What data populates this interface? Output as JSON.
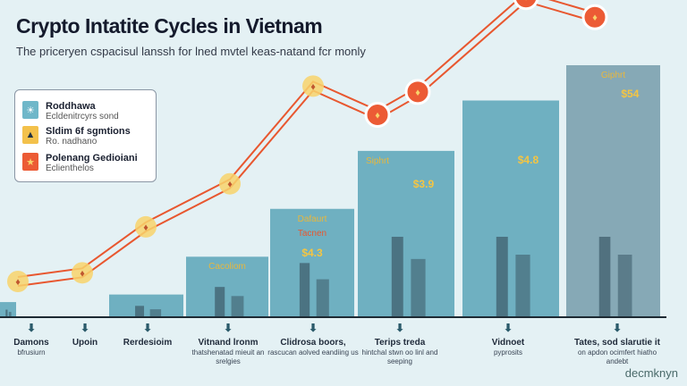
{
  "header": {
    "title": "Crypto Intatite Cycles in Vietnam",
    "subtitle": "The priceryen cspacisul lanssh for lned mvtel keas-natand fcr monly"
  },
  "legend": [
    {
      "title": "Roddhawa",
      "desc": "Ecldenitrcyrs sond",
      "color": "#6fb7c9",
      "icon": "sun-icon"
    },
    {
      "title": "Sldim 6f sgmtions",
      "desc": "Ro. nadhano",
      "color": "#f3c14b",
      "icon": "mountain-icon"
    },
    {
      "title": "Polenang Gedioiani",
      "desc": "Eclienthelos",
      "color": "#ec5b35",
      "icon": "star-icon"
    }
  ],
  "colors": {
    "bar": "#6fb0c1",
    "bar_last": "#86a9b6",
    "line": "#e8572f",
    "marker": "#ec5b35",
    "marker_glow": "#f8d36b"
  },
  "chart_data": {
    "type": "bar",
    "title": "Crypto Intatite Cycles in Vietnam",
    "bars": [
      6,
      9,
      24,
      43,
      66,
      86,
      100
    ],
    "ylim": [
      0,
      100
    ],
    "data_labels": [
      {
        "bar": 2,
        "top": "Cacoliom",
        "value": ""
      },
      {
        "bar": 3,
        "top": "Dafaurt",
        "mid": "Tacnen",
        "value": "$4.3"
      },
      {
        "bar": 4,
        "top": "Siphrt",
        "value": "$3.9"
      },
      {
        "bar": 5,
        "top": "",
        "value": "$4.8"
      },
      {
        "bar": 6,
        "top": "Giphrt",
        "value": "$54"
      }
    ],
    "line": [
      [
        20,
        14
      ],
      [
        92,
        17
      ],
      [
        163,
        33
      ],
      [
        257,
        48
      ],
      [
        350,
        82
      ],
      [
        422,
        72
      ],
      [
        467,
        80
      ],
      [
        588,
        113
      ],
      [
        665,
        106
      ]
    ],
    "categories": [
      {
        "label": "Damons",
        "sub": "bfrusiurn"
      },
      {
        "label": "Upoin",
        "sub": ""
      },
      {
        "label": "Rerdesioim",
        "sub": ""
      },
      {
        "label": "Vitnand lronm",
        "sub": "thatshenatad mieuit an srelgies"
      },
      {
        "label": "Clidrosa boors,",
        "sub": "rascucan aolved eandiing us"
      },
      {
        "label": "Terips treda",
        "sub": "hintchal stwn oo linl and seeping"
      },
      {
        "label": "Vidnoet",
        "sub": "pyprosits"
      },
      {
        "label": "Tates, sod slarutie it",
        "sub": "on apdon ocimfert hiatho andebt"
      }
    ],
    "grid": false,
    "legend_position": "left"
  },
  "brand": "decmknyn"
}
